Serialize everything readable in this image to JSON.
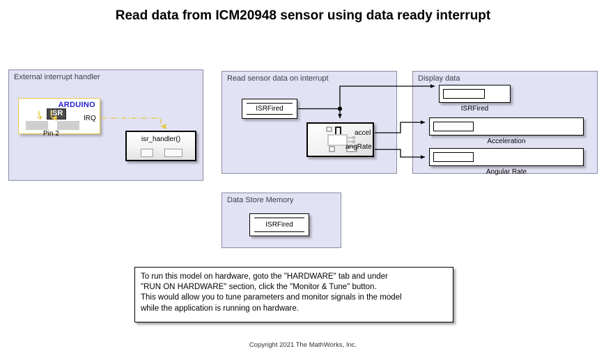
{
  "title": "Read data from ICM20948 sensor using data ready interrupt",
  "copyright": "Copyright 2021 The MathWorks, Inc.",
  "areas": {
    "external_interrupt": {
      "label": "External interrupt handler"
    },
    "read_sensor": {
      "label": "Read sensor data on interrupt"
    },
    "display_data": {
      "label": "Display data"
    },
    "data_store_memory": {
      "label": "Data Store Memory"
    }
  },
  "external_interrupt_handler": {
    "arduino_block": {
      "vendor_label": "ARDUINO",
      "isr_tag": "ISR",
      "output_port_label": "IRQ",
      "pin_label": "Pin 2",
      "border_color": "#e8c84a",
      "vendor_color": "#2222cc"
    },
    "isr_handler_subsystem": {
      "title": "isr_handler()"
    }
  },
  "read_sensor_on_interrupt": {
    "data_store_read": {
      "label": "ISRFired"
    },
    "sensor_block": {
      "output_ports": [
        "accel",
        "angRate"
      ]
    }
  },
  "data_store_memory_area": {
    "data_store_memory_block": {
      "label": "ISRFired"
    }
  },
  "display_data": {
    "displays": [
      {
        "label": "ISRFired",
        "value": ""
      },
      {
        "label": "Acceleration",
        "value": ""
      },
      {
        "label": "Angular Rate",
        "value": ""
      }
    ]
  },
  "note": {
    "lines": [
      "To run this model on hardware, goto the \"HARDWARE\" tab and under",
      "\"RUN ON HARDWARE\" section, click the \"Monitor & Tune\" button.",
      "This would allow you to tune parameters and monitor signals in the model",
      "while the application is running on hardware."
    ]
  },
  "colors": {
    "area_fill": "#e2e2f5",
    "area_border": "#8a8aa0",
    "signal_line": "#000000",
    "interrupt_line": "#e8c84a",
    "canvas": "#ffffff"
  }
}
